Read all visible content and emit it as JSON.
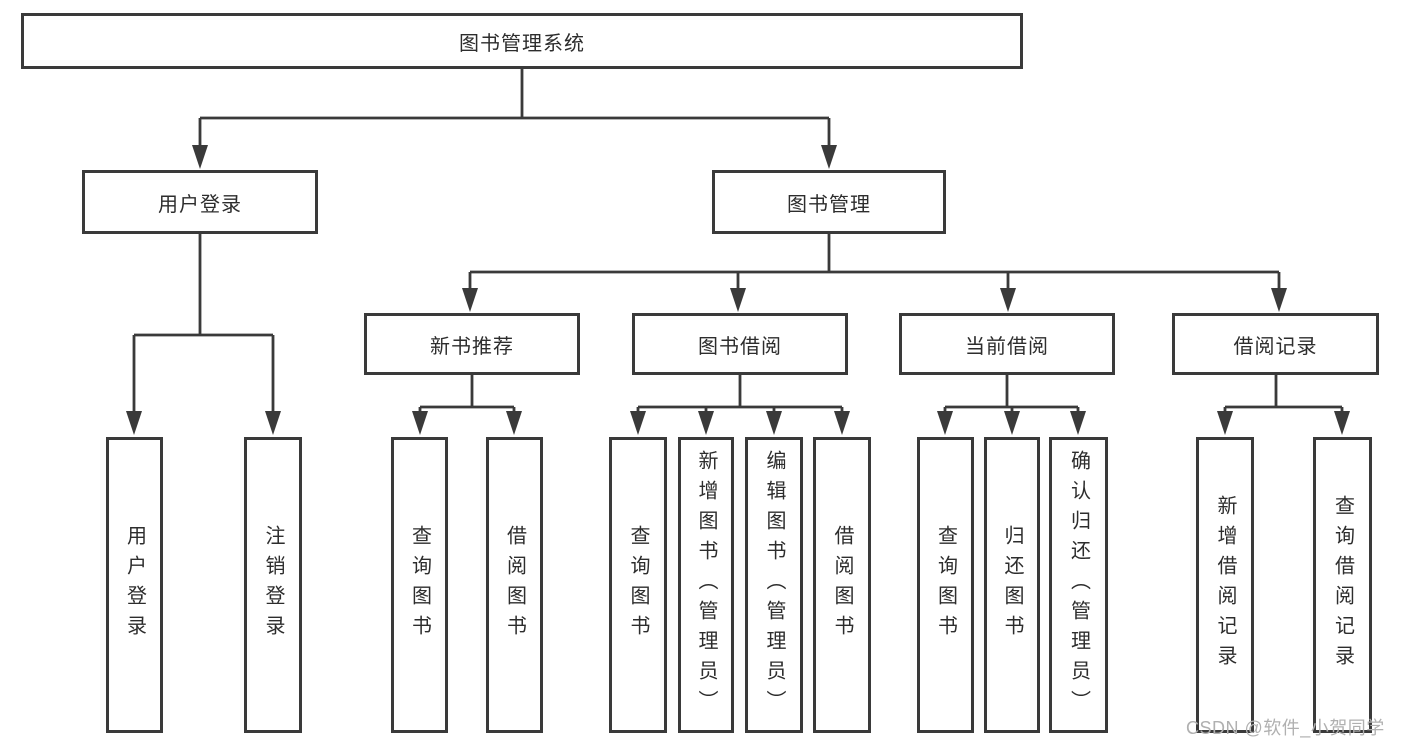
{
  "tree": {
    "label": "图书管理系统",
    "children": [
      {
        "label": "用户登录",
        "children": [
          {
            "label": "用户登录"
          },
          {
            "label": "注销登录"
          }
        ]
      },
      {
        "label": "图书管理",
        "children": [
          {
            "label": "新书推荐",
            "children": [
              {
                "label": "查询图书"
              },
              {
                "label": "借阅图书"
              }
            ]
          },
          {
            "label": "图书借阅",
            "children": [
              {
                "label": "查询图书"
              },
              {
                "label": "新增图书（管理员）"
              },
              {
                "label": "编辑图书（管理员）"
              },
              {
                "label": "借阅图书"
              }
            ]
          },
          {
            "label": "当前借阅",
            "children": [
              {
                "label": "查询图书"
              },
              {
                "label": "归还图书"
              },
              {
                "label": "确认归还（管理员）"
              }
            ]
          },
          {
            "label": "借阅记录",
            "children": [
              {
                "label": "新增借阅记录"
              },
              {
                "label": "查询借阅记录"
              }
            ]
          }
        ]
      }
    ]
  },
  "watermark": "CSDN @软件_小贺同学",
  "colors": {
    "line": "#3a3a3a",
    "text": "#2d2d2d",
    "watermark": "#b0b0b0",
    "background": "#ffffff"
  }
}
